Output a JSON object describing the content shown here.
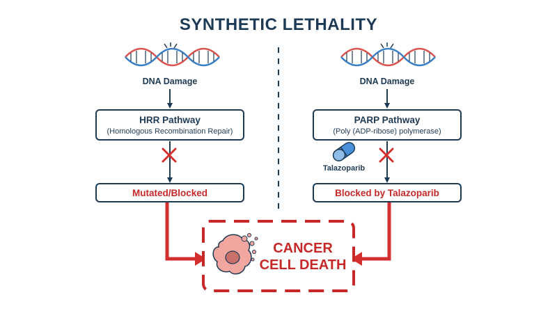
{
  "title": "SYNTHETIC LETHALITY",
  "left": {
    "dna_label": "DNA Damage",
    "pathway_title": "HRR Pathway",
    "pathway_subtitle": "(Homologous Recombination Repair)",
    "outcome": "Mutated/Blocked"
  },
  "right": {
    "dna_label": "DNA Damage",
    "pathway_title": "PARP Pathway",
    "pathway_subtitle": "(Poly (ADP-ribose) polymerase)",
    "drug_label": "Talazoparib",
    "outcome": "Blocked by Talazoparib"
  },
  "result": {
    "line1": "CANCER",
    "line2": "CELL DEATH"
  },
  "icons": [
    "dna-helix-icon",
    "break-spark-icon",
    "block-x-icon",
    "pill-icon",
    "cancer-cell-icon"
  ],
  "colors": {
    "navy": "#1d3a55",
    "red": "#c62828",
    "dna_red": "#d9534f",
    "dna_blue": "#3b7fc4",
    "pill_blue": "#4a90d9",
    "cell_fill": "#f2a6a0"
  }
}
